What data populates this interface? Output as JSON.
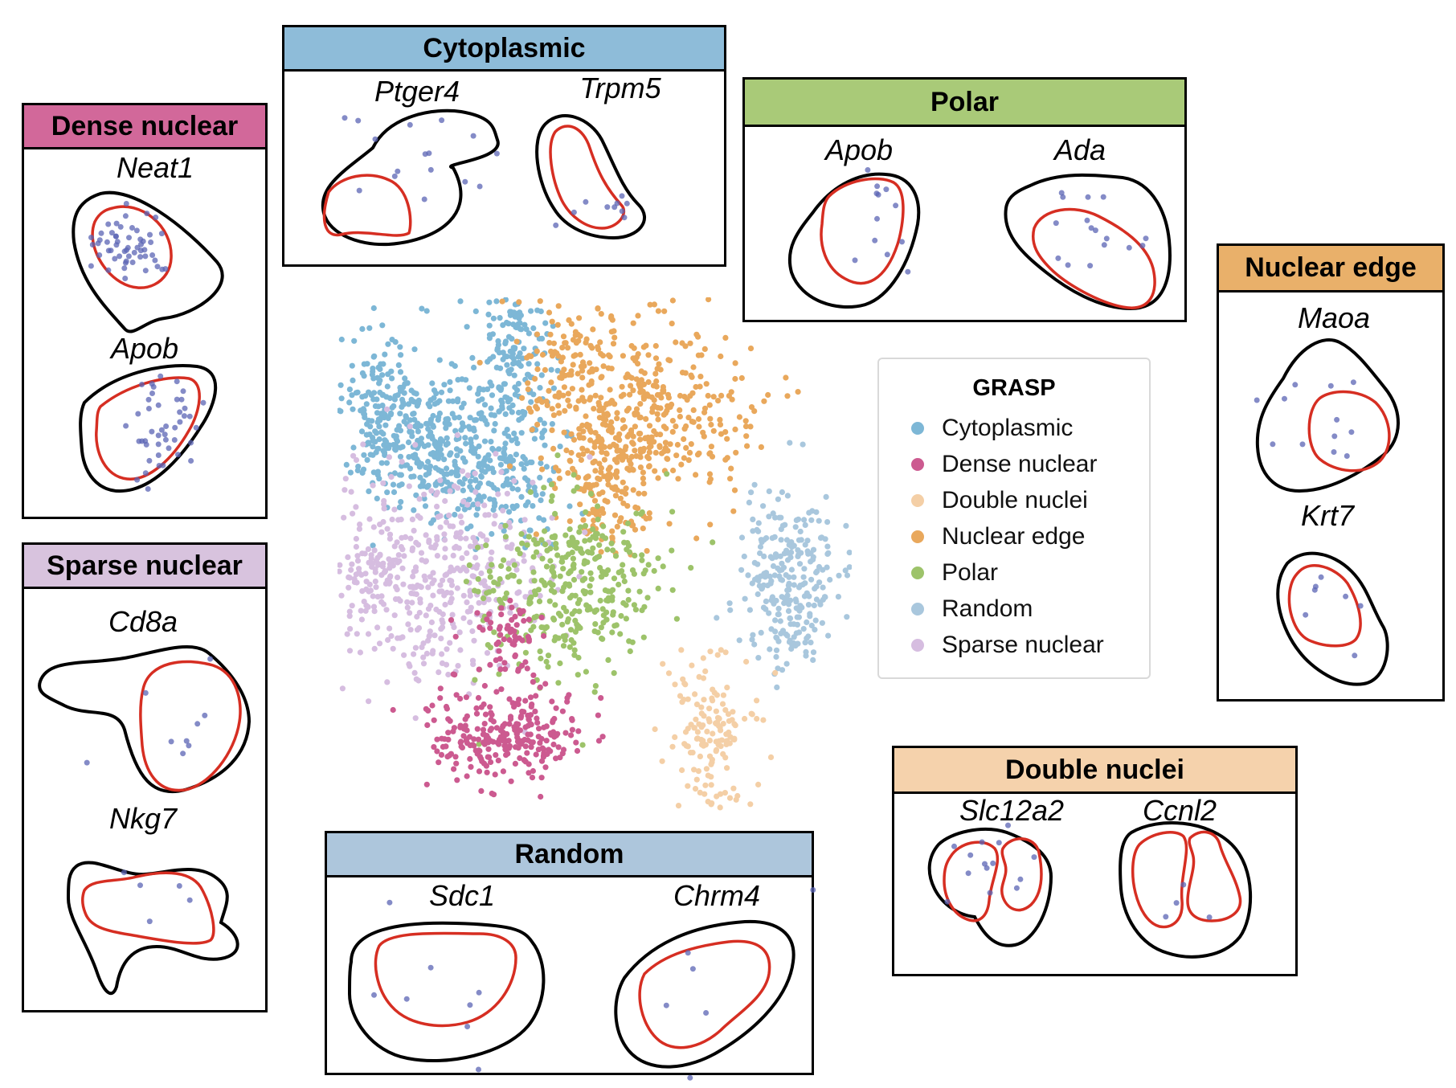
{
  "colors": {
    "Cytoplasmic": "#7db7d6",
    "Dense nuclear": "#cc5a90",
    "Double nuclei": "#f4cfa6",
    "Nuclear edge": "#e9a85c",
    "Polar": "#9dc36a",
    "Random": "#a9c7dd",
    "Sparse nuclear": "#d6bde0",
    "cell_outline": "#000000",
    "nucleus_outline": "#d62e22",
    "spot": "#5b64b4"
  },
  "panels": [
    {
      "id": "dense-nuclear",
      "title": "Dense nuclear",
      "header_color": "#d2689a",
      "genes": [
        "Neat1",
        "Apob"
      ]
    },
    {
      "id": "cytoplasmic",
      "title": "Cytoplasmic",
      "header_color": "#8ebcd9",
      "genes": [
        "Ptger4",
        "Trpm5"
      ]
    },
    {
      "id": "polar",
      "title": "Polar",
      "header_color": "#a9ca78",
      "genes": [
        "Apob",
        "Ada"
      ]
    },
    {
      "id": "nuclear-edge",
      "title": "Nuclear edge",
      "header_color": "#e9b06a",
      "genes": [
        "Maoa",
        "Krt7"
      ]
    },
    {
      "id": "sparse-nuclear",
      "title": "Sparse nuclear",
      "header_color": "#d8c3de",
      "genes": [
        "Cd8a",
        "Nkg7"
      ]
    },
    {
      "id": "random",
      "title": "Random",
      "header_color": "#adc6dc",
      "genes": [
        "Sdc1",
        "Chrm4"
      ]
    },
    {
      "id": "double-nuclei",
      "title": "Double nuclei",
      "header_color": "#f5d2ac",
      "genes": [
        "Slc12a2",
        "Ccnl2"
      ]
    }
  ],
  "legend": {
    "title": "GRASP",
    "items": [
      "Cytoplasmic",
      "Dense nuclear",
      "Double nuclei",
      "Nuclear edge",
      "Polar",
      "Random",
      "Sparse nuclear"
    ]
  }
}
